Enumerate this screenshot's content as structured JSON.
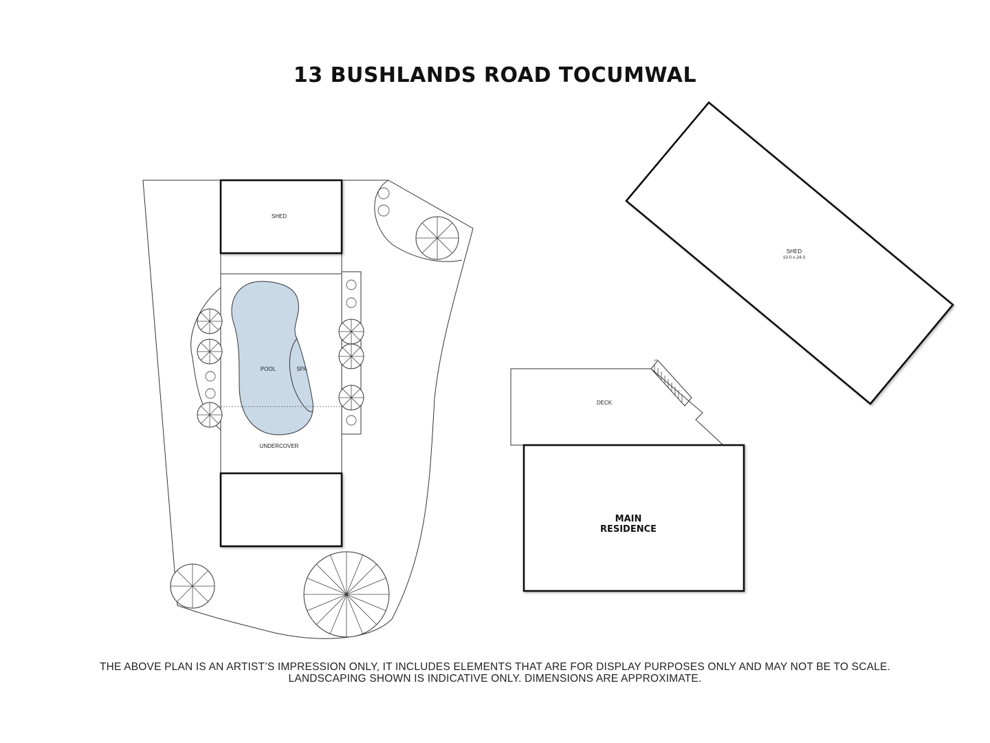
{
  "title": "13 BUSHLANDS ROAD TOCUMWAL",
  "labels": {
    "shed_small": "SHED",
    "pool": "POOL",
    "spa": "SPA",
    "undercover": "UNDERCOVER",
    "deck": "DECK",
    "shed_large": "SHED",
    "shed_large_dims": "10.0 x 24.0",
    "main_residence_line1": "MAIN",
    "main_residence_line2": "RESIDENCE",
    "stair_up": "UP"
  },
  "disclaimer": {
    "line1": "THE ABOVE PLAN IS AN ARTIST’S IMPRESSION ONLY, IT INCLUDES ELEMENTS THAT ARE FOR DISPLAY PURPOSES ONLY AND MAY NOT BE TO SCALE.",
    "line2": "LANDSCAPING SHOWN IS INDICATIVE ONLY. DIMENSIONS ARE APPROXIMATE."
  },
  "colors": {
    "pool_fill": "#c9d9e8",
    "pool_stroke": "#333333",
    "wall": "#111111",
    "background": "#ffffff"
  },
  "icons": [
    "tree-icon",
    "shrub-icon",
    "stair-icon"
  ]
}
